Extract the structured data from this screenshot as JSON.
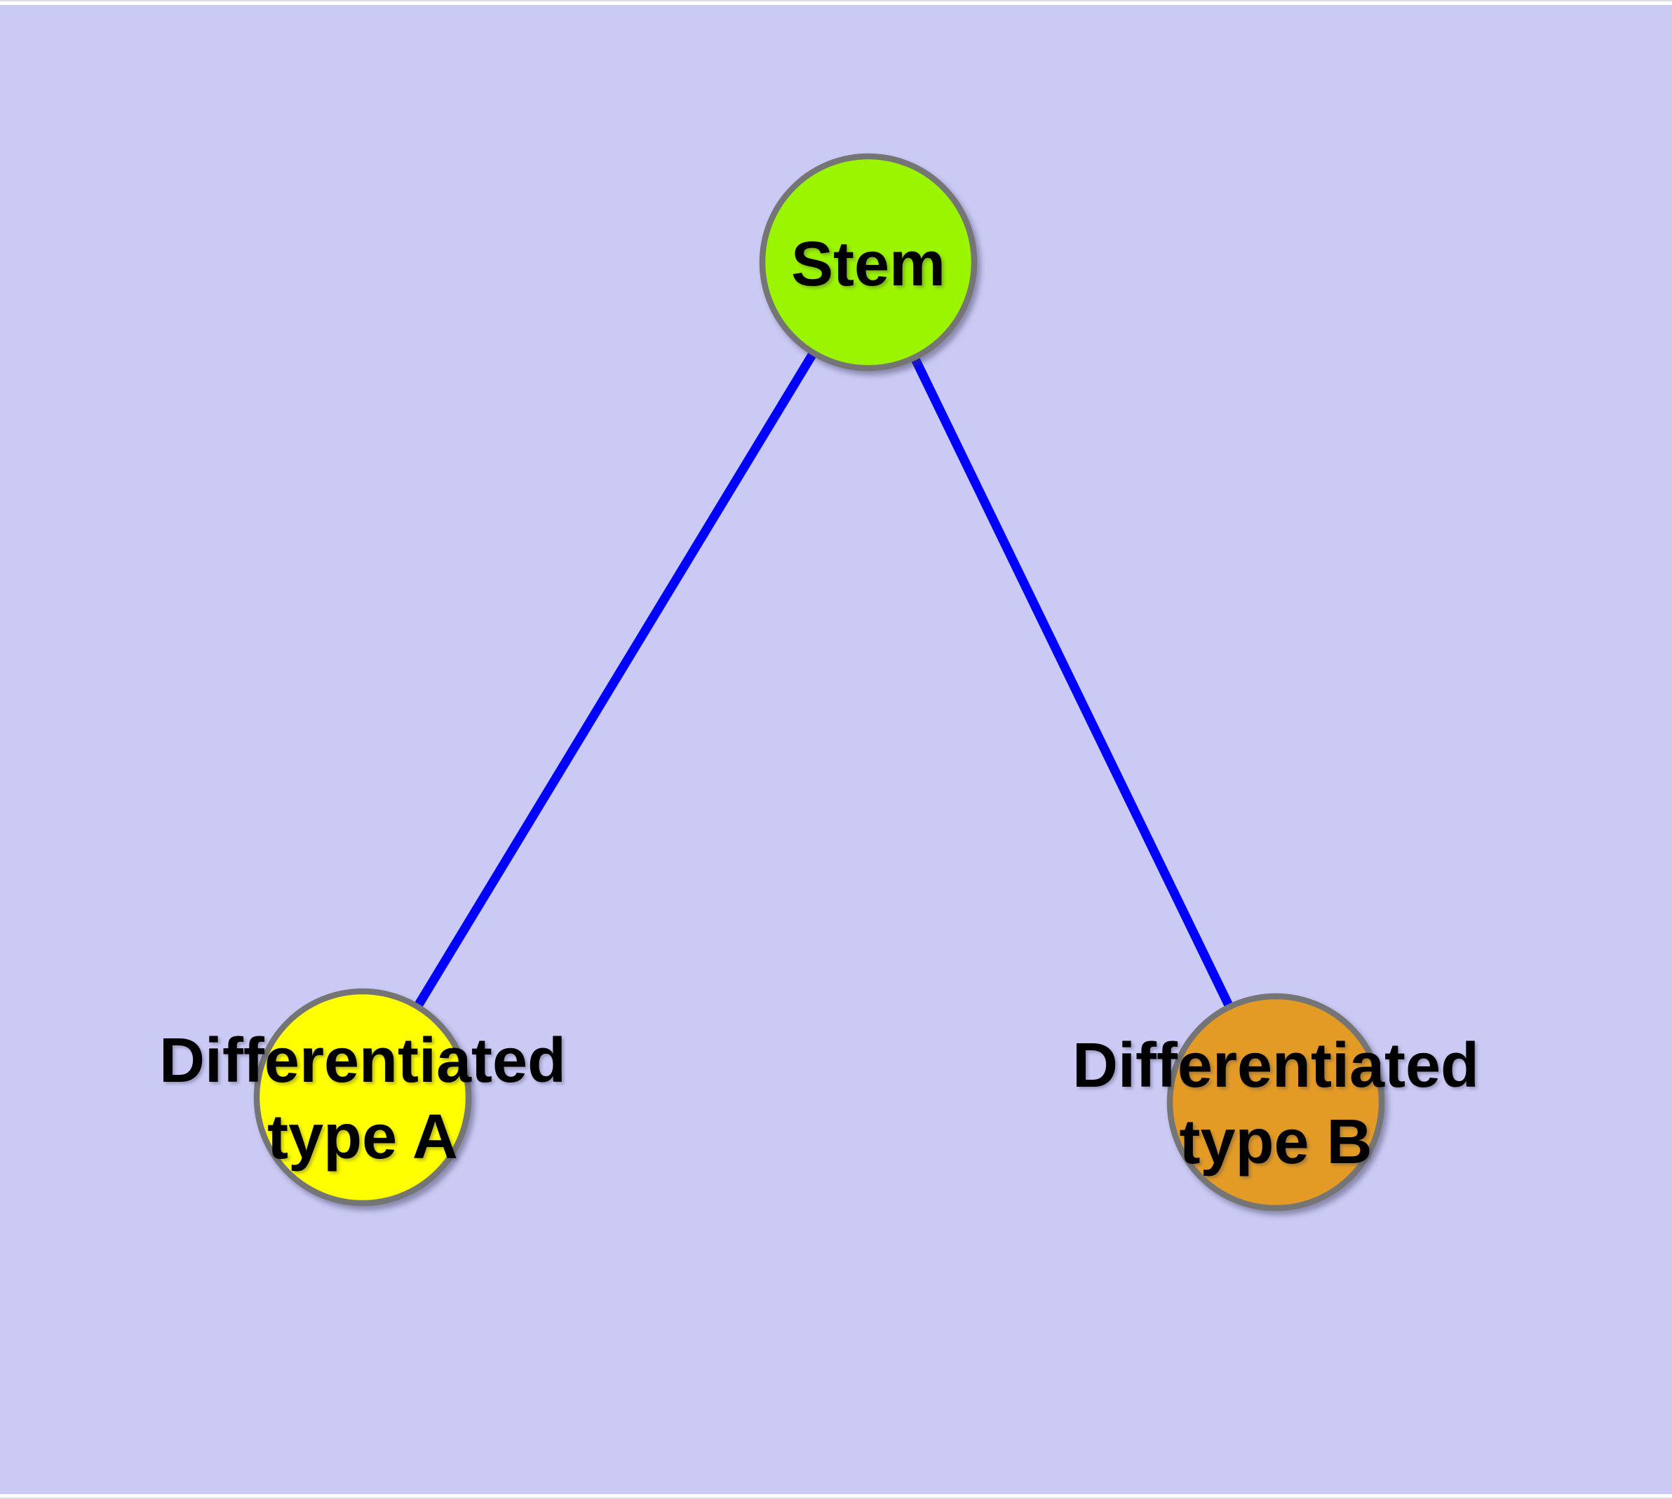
{
  "figure": {
    "background_color": "#CACAF5",
    "frame_strip_color": "#FFFFFF",
    "frame_edge_color": "#DDDDE8",
    "edge_color": "#0000FF",
    "node_border_color": "#757575",
    "label_color": "#000000"
  },
  "graph": {
    "nodes": {
      "stem": {
        "label": "Stem",
        "fill": "#9BF400"
      },
      "type_a": {
        "label_lines": [
          "Differentiated",
          "type A"
        ],
        "fill": "#FFFF00"
      },
      "type_b": {
        "label_lines": [
          "Differentiated",
          "type B"
        ],
        "fill": "#E39B26"
      }
    },
    "edges": [
      {
        "from": "stem",
        "to": "type_a"
      },
      {
        "from": "stem",
        "to": "type_b"
      }
    ]
  }
}
